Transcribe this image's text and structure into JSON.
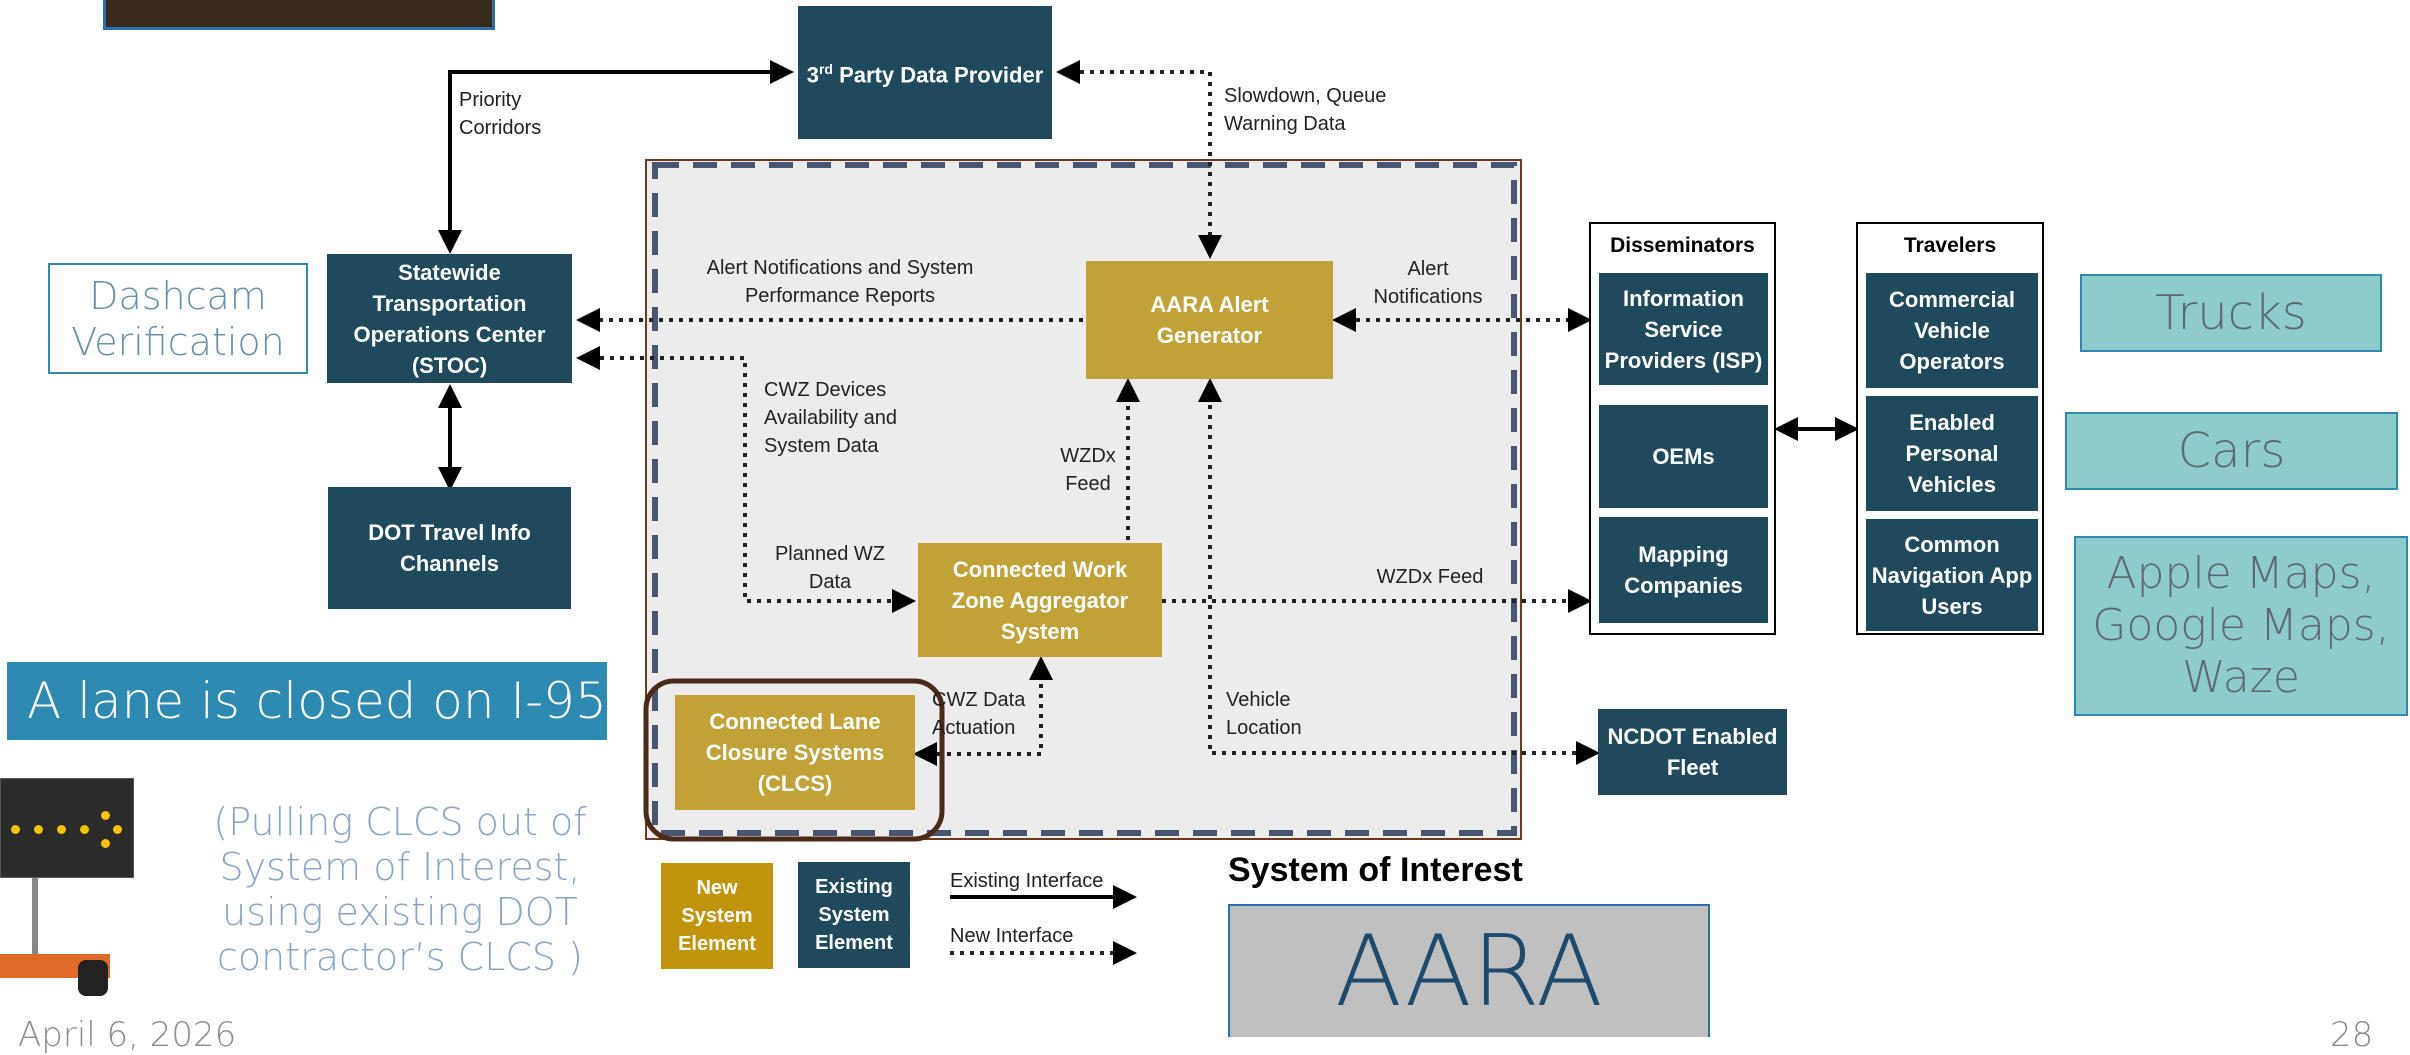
{
  "colors": {
    "navy": "#1f4a5c",
    "gold": "#c3a139",
    "teal": "#8ccdcc",
    "banner_blue": "#2e8ab3",
    "soi_gray": "#c0c0c0",
    "region_gray": "#ececec",
    "dash_blue": "#4a5670",
    "clcs_outline": "#4a2b1a"
  },
  "boxes": {
    "third_party": "3rd Party Data Provider",
    "stoc": "Statewide Transportation Operations Center (STOC)",
    "dot_channels": "DOT Travel Info Channels",
    "aara_alert": "AARA Alert Generator",
    "cwz": "Connected Work Zone Aggregator System",
    "clcs": "Connected Lane Closure Systems (CLCS)",
    "ncdot_fleet": "NCDOT Enabled Fleet"
  },
  "third_party_parts": {
    "prefix": "3",
    "sup": "rd",
    "rest": " Party Data Provider"
  },
  "labels": {
    "priority_corridors": "Priority Corridors",
    "slowdown": "Slowdown, Queue Warning Data",
    "alert_notifs_reports": "Alert Notifications and System Performance Reports",
    "alert_notifications": "Alert Notifications",
    "cwz_devices": "CWZ Devices Availability and System Data",
    "wzdx_feed_vertical": "WZDx Feed",
    "planned_wz": "Planned WZ Data",
    "wzdx_feed_horizontal": "WZDx Feed",
    "cwz_data_actuation": "CWZ Data Actuation",
    "vehicle_location": "Vehicle Location"
  },
  "disseminators": {
    "title": "Disseminators",
    "items": [
      "Information Service Providers (ISP)",
      "OEMs",
      "Mapping Companies"
    ]
  },
  "travelers": {
    "title": "Travelers",
    "items": [
      "Commercial Vehicle Operators",
      "Enabled Personal Vehicles",
      "Common Navigation App Users"
    ]
  },
  "right_tags": [
    "Trucks",
    "Cars",
    "Apple Maps, Google Maps, Waze"
  ],
  "dashcam": "Dashcam Verification",
  "lane_banner": "A lane is closed on I-95",
  "pulling_note": "(Pulling CLCS out of System of Interest, using existing DOT contractor’s CLCS )",
  "legend": {
    "new_element": "New System Element",
    "existing_element": "Existing System Element",
    "existing_interface": "Existing Interface",
    "new_interface": "New Interface"
  },
  "system_of_interest": {
    "title": "System of Interest",
    "name": "AARA"
  },
  "footer": {
    "date": "April 6, 2026",
    "page": "28"
  }
}
